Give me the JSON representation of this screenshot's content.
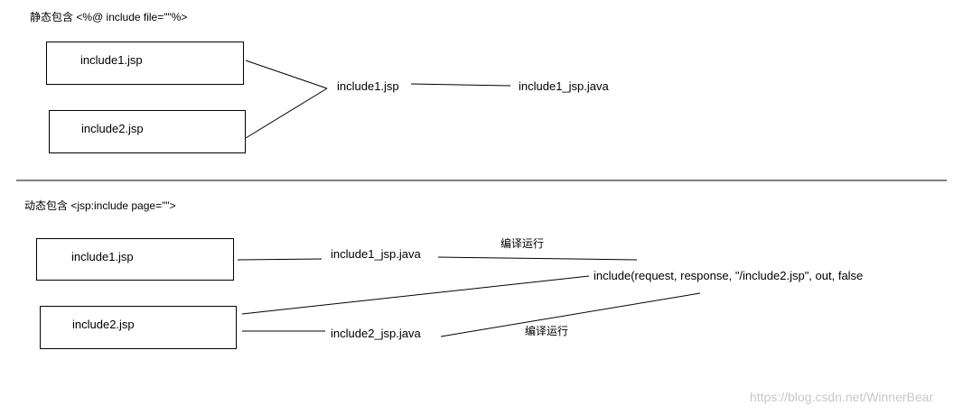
{
  "static_section": {
    "title": "静态包含 <%@ include file=\"\"%>",
    "box1_label": "include1.jsp",
    "box2_label": "include2.jsp",
    "merged_label": "include1.jsp",
    "java_label": "include1_jsp.java"
  },
  "dynamic_section": {
    "title": "动态包含 <jsp:include page=\"\">",
    "box1_label": "include1.jsp",
    "box2_label": "include2.jsp",
    "java1_label": "include1_jsp.java",
    "java2_label": "include2_jsp.java",
    "compile_run_top": "编译运行",
    "compile_run_bottom": "编译运行",
    "include_call": "include(request, response, \"/include2.jsp\", out, false"
  },
  "watermark": "https://blog.csdn.net/WinnerBear"
}
